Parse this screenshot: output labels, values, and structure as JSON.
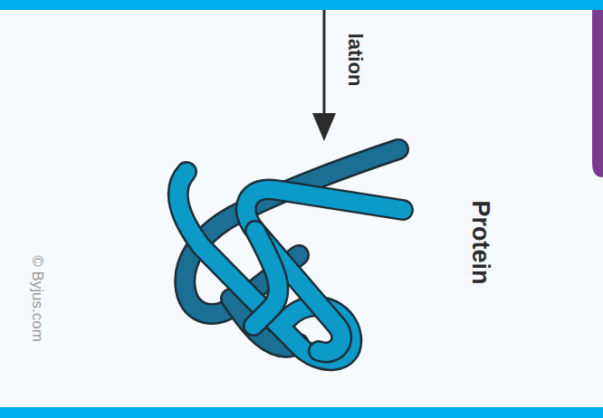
{
  "diagram": {
    "labels": [
      "lation",
      "Protein",
      "© Byjus.com"
    ]
  }
}
